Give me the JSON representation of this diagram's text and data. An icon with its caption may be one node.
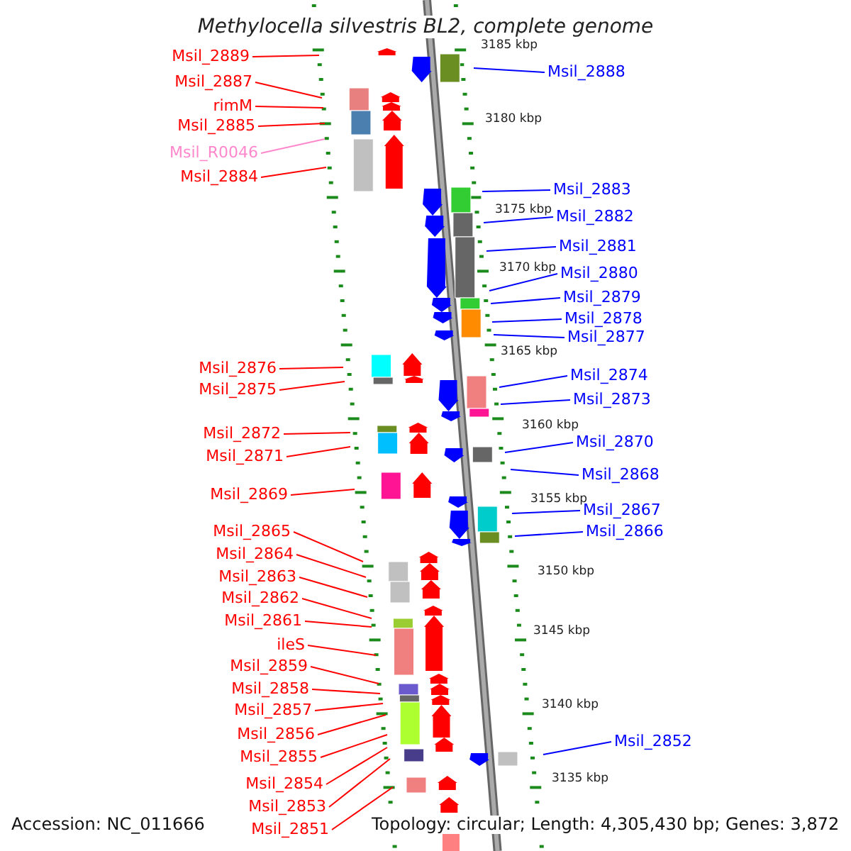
{
  "diagram": {
    "title": "Methylocella silvestris BL2, complete genome",
    "nodes": [
      {
        "text": [
          "Msil_2889"
        ]
      },
      {
        "text": [
          "Msil_2887"
        ]
      },
      {
        "text": [
          "rimM"
        ]
      },
      {
        "text": [
          "Msil_2885"
        ]
      },
      {
        "text": [
          "Msil_R0046"
        ]
      },
      {
        "text": [
          "Msil_2884"
        ]
      },
      {
        "text": [
          "Msil_2876"
        ]
      },
      {
        "text": [
          "Msil_2875"
        ]
      },
      {
        "text": [
          "Msil_2872"
        ]
      },
      {
        "text": [
          "Msil_2871"
        ]
      },
      {
        "text": [
          "Msil_2869"
        ]
      },
      {
        "text": [
          "Msil_2865"
        ]
      },
      {
        "text": [
          "Msil_2864"
        ]
      },
      {
        "text": [
          "Msil_2863"
        ]
      },
      {
        "text": [
          "Msil_2862"
        ]
      },
      {
        "text": [
          "Msil_2861"
        ]
      },
      {
        "text": [
          "ileS"
        ]
      },
      {
        "text": [
          "Msil_2859"
        ]
      },
      {
        "text": [
          "Msil_2858"
        ]
      },
      {
        "text": [
          "Msil_2857"
        ]
      },
      {
        "text": [
          "Msil_2856"
        ]
      },
      {
        "text": [
          "Msil_2855"
        ]
      },
      {
        "text": [
          "Msil_2854"
        ]
      },
      {
        "text": [
          "Msil_2853"
        ]
      },
      {
        "text": [
          "Msil_2851"
        ]
      },
      {
        "text": [
          "Msil_2888"
        ]
      },
      {
        "text": [
          "Msil_2883"
        ]
      },
      {
        "text": [
          "Msil_2882"
        ]
      },
      {
        "text": [
          "Msil_2881"
        ]
      },
      {
        "text": [
          "Msil_2880"
        ]
      },
      {
        "text": [
          "Msil_2879"
        ]
      },
      {
        "text": [
          "Msil_2878"
        ]
      },
      {
        "text": [
          "Msil_2877"
        ]
      },
      {
        "text": [
          "Msil_2874"
        ]
      },
      {
        "text": [
          "Msil_2873"
        ]
      },
      {
        "text": [
          "Msil_2870"
        ]
      },
      {
        "text": [
          "Msil_2868"
        ]
      },
      {
        "text": [
          "Msil_2867"
        ]
      },
      {
        "text": [
          "Msil_2866"
        ]
      },
      {
        "text": [
          "Msil_2852"
        ]
      }
    ],
    "edges": [
      {
        "from": 0,
        "to": null,
        "arrow": "none"
      },
      {
        "from": 1,
        "to": null,
        "arrow": "none"
      },
      {
        "from": 2,
        "to": null,
        "arrow": "none"
      },
      {
        "from": 3,
        "to": null,
        "arrow": "none"
      },
      {
        "from": 4,
        "to": null,
        "arrow": "none",
        "color": "#ff88cc"
      },
      {
        "from": 5,
        "to": null,
        "arrow": "none"
      },
      {
        "from": 6,
        "to": null,
        "arrow": "none"
      },
      {
        "from": 7,
        "to": null,
        "arrow": "none"
      },
      {
        "from": 8,
        "to": null,
        "arrow": "none"
      },
      {
        "from": 9,
        "to": null,
        "arrow": "none"
      },
      {
        "from": 10,
        "to": null,
        "arrow": "none"
      },
      {
        "from": 11,
        "to": null,
        "arrow": "none"
      },
      {
        "from": 12,
        "to": null,
        "arrow": "none"
      },
      {
        "from": 13,
        "to": null,
        "arrow": "none"
      },
      {
        "from": 14,
        "to": null,
        "arrow": "none"
      },
      {
        "from": 15,
        "to": null,
        "arrow": "none"
      },
      {
        "from": 16,
        "to": null,
        "arrow": "none"
      },
      {
        "from": 17,
        "to": null,
        "arrow": "none"
      },
      {
        "from": 18,
        "to": null,
        "arrow": "none"
      },
      {
        "from": 19,
        "to": null,
        "arrow": "none"
      },
      {
        "from": 20,
        "to": null,
        "arrow": "none"
      },
      {
        "from": 21,
        "to": null,
        "arrow": "none"
      },
      {
        "from": 22,
        "to": null,
        "arrow": "none"
      },
      {
        "from": 23,
        "to": null,
        "arrow": "none"
      },
      {
        "from": 24,
        "to": null,
        "arrow": "none"
      },
      {
        "from": 25,
        "to": null,
        "arrow": "none",
        "color": "#0000ff"
      },
      {
        "from": 26,
        "to": null,
        "arrow": "none",
        "color": "#0000ff"
      },
      {
        "from": 27,
        "to": null,
        "arrow": "none",
        "color": "#0000ff"
      },
      {
        "from": 28,
        "to": null,
        "arrow": "none",
        "color": "#0000ff"
      },
      {
        "from": 29,
        "to": null,
        "arrow": "none",
        "color": "#0000ff"
      },
      {
        "from": 30,
        "to": null,
        "arrow": "none",
        "color": "#0000ff"
      },
      {
        "from": 31,
        "to": null,
        "arrow": "none",
        "color": "#0000ff"
      },
      {
        "from": 32,
        "to": null,
        "arrow": "none",
        "color": "#0000ff"
      },
      {
        "from": 33,
        "to": null,
        "arrow": "none",
        "color": "#0000ff"
      },
      {
        "from": 34,
        "to": null,
        "arrow": "none",
        "color": "#0000ff"
      },
      {
        "from": 35,
        "to": null,
        "arrow": "none",
        "color": "#0000ff"
      },
      {
        "from": 36,
        "to": null,
        "arrow": "none",
        "color": "#0000ff"
      },
      {
        "from": 37,
        "to": null,
        "arrow": "none",
        "color": "#0000ff"
      },
      {
        "from": 38,
        "to": null,
        "arrow": "none",
        "color": "#0000ff"
      },
      {
        "from": 39,
        "to": null,
        "arrow": "none",
        "color": "#0000ff"
      }
    ],
    "labels": [
      "3185 kbp",
      "3180 kbp",
      "3175 kbp",
      "3170 kbp",
      "3165 kbp",
      "3160 kbp",
      "3155 kbp",
      "3150 kbp",
      "3145 kbp",
      "3140 kbp",
      "3135 kbp",
      "Accession: NC_011666",
      "Topology: circular; Length: 4,305,430 bp; Genes: 3,872"
    ]
  }
}
